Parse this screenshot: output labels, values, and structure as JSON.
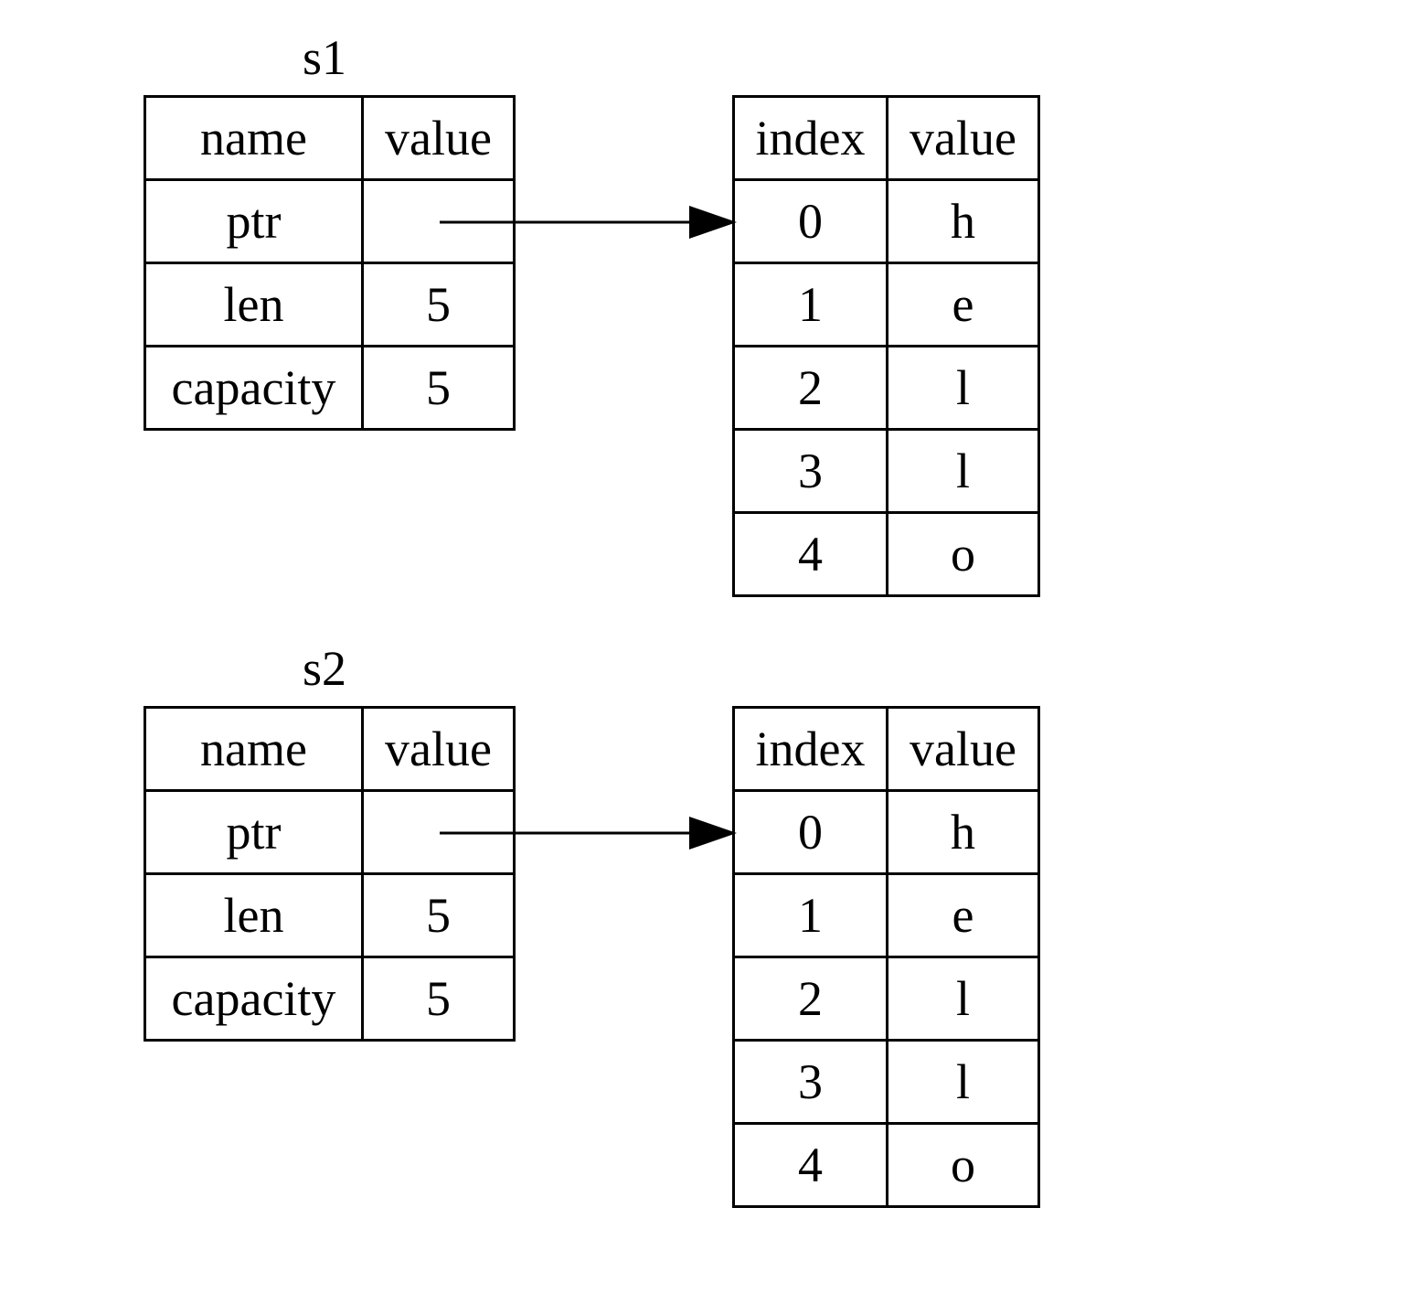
{
  "variables": [
    {
      "title": "s1",
      "meta_table": {
        "headers": [
          "name",
          "value"
        ],
        "rows": [
          {
            "name": "ptr",
            "value": ""
          },
          {
            "name": "len",
            "value": "5"
          },
          {
            "name": "capacity",
            "value": "5"
          }
        ]
      },
      "heap_table": {
        "headers": [
          "index",
          "value"
        ],
        "rows": [
          {
            "index": "0",
            "value": "h"
          },
          {
            "index": "1",
            "value": "e"
          },
          {
            "index": "2",
            "value": "l"
          },
          {
            "index": "3",
            "value": "l"
          },
          {
            "index": "4",
            "value": "o"
          }
        ]
      }
    },
    {
      "title": "s2",
      "meta_table": {
        "headers": [
          "name",
          "value"
        ],
        "rows": [
          {
            "name": "ptr",
            "value": ""
          },
          {
            "name": "len",
            "value": "5"
          },
          {
            "name": "capacity",
            "value": "5"
          }
        ]
      },
      "heap_table": {
        "headers": [
          "index",
          "value"
        ],
        "rows": [
          {
            "index": "0",
            "value": "h"
          },
          {
            "index": "1",
            "value": "e"
          },
          {
            "index": "2",
            "value": "l"
          },
          {
            "index": "3",
            "value": "l"
          },
          {
            "index": "4",
            "value": "o"
          }
        ]
      }
    }
  ],
  "arrows": [
    {
      "from": "s1 ptr",
      "to": "s1 heap index 0"
    },
    {
      "from": "s2 ptr",
      "to": "s2 heap index 0"
    }
  ],
  "colors": {
    "line": "#000000",
    "background": "#ffffff"
  }
}
